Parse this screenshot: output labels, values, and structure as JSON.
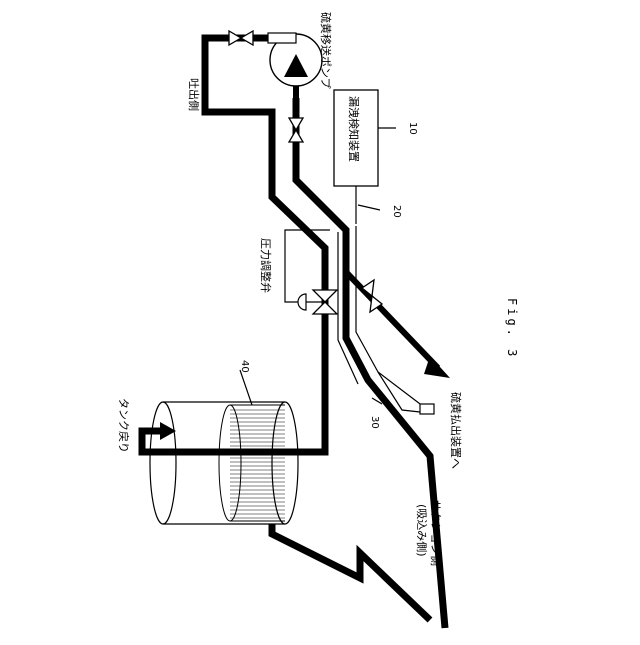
{
  "figure": {
    "caption": "Fig. 3",
    "labels": {
      "pump": "硫黄移送ポンプ",
      "discharge_side": "吐出側",
      "leak_detector": "漏洩検知装置",
      "pressure_regulator": "圧力調整弁",
      "tank_return": "タンク戻り",
      "to_outlet": "硫黄払出装置へ",
      "suction_side": "サクション側",
      "suction_side_sub": "(吸込み側)"
    },
    "refs": {
      "detector": "10",
      "sensor_line": "20",
      "pipe_section": "30",
      "tank": "40"
    }
  }
}
